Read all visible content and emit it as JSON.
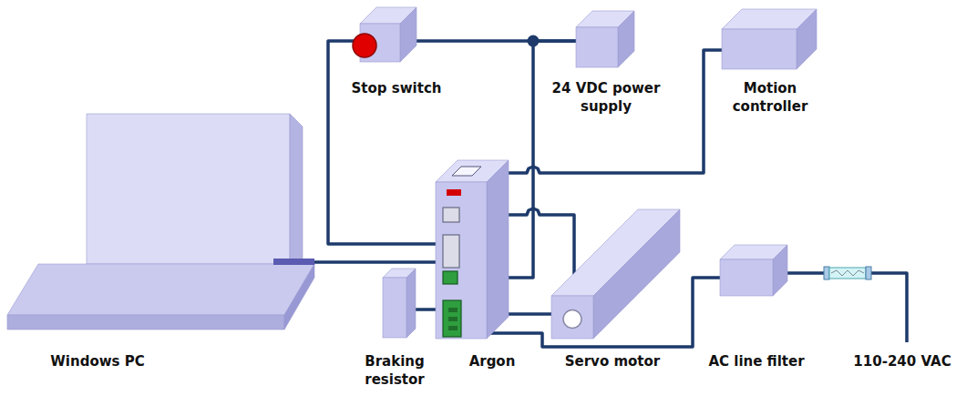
{
  "diagram": {
    "nodes": [
      {
        "text": [
          "Stop switch"
        ]
      },
      {
        "text": [
          "24 VDC power supply"
        ]
      },
      {
        "text": [
          "Motion controller"
        ]
      },
      {
        "text": [
          "Windows PC"
        ]
      },
      {
        "text": [
          "Braking resistor"
        ]
      },
      {
        "text": [
          "Argon"
        ]
      },
      {
        "text": [
          "Servo motor"
        ]
      },
      {
        "text": [
          "AC line filter"
        ]
      }
    ],
    "edges": [
      {
        "from": 0,
        "to": 5,
        "arrow": "none"
      },
      {
        "from": 0,
        "to": 1,
        "arrow": "none"
      },
      {
        "from": 1,
        "to": 5,
        "arrow": "none"
      },
      {
        "from": 2,
        "to": 5,
        "arrow": "none"
      },
      {
        "from": 3,
        "to": 5,
        "arrow": "none"
      },
      {
        "from": 4,
        "to": 5,
        "arrow": "none"
      },
      {
        "from": 5,
        "to": 6,
        "arrow": "none"
      },
      {
        "from": 5,
        "to": 6,
        "arrow": "none"
      },
      {
        "from": 5,
        "to": 7,
        "arrow": "none"
      }
    ],
    "labels": [
      "110-240 VAC"
    ]
  }
}
